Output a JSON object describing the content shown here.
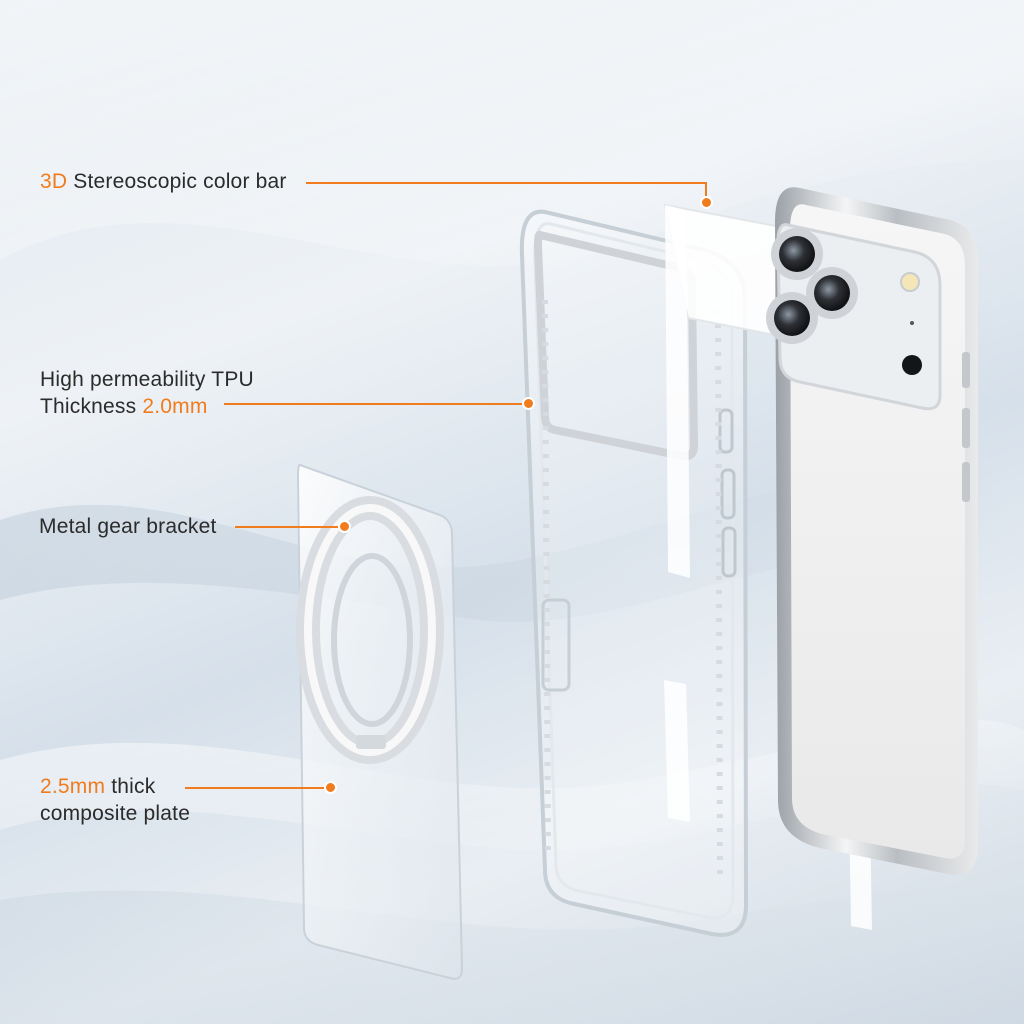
{
  "colors": {
    "accent": "#f07c1e",
    "text": "#2b2b2b",
    "background": "#e3e9ef"
  },
  "callouts": {
    "color_bar": {
      "accent_text": "3D",
      "text": " Stereoscopic color bar"
    },
    "tpu": {
      "line1": "High permeability TPU",
      "line2_text": "Thickness ",
      "line2_accent": "2.0mm"
    },
    "bracket": {
      "text": "Metal gear bracket"
    },
    "plate": {
      "line1_accent": "2.5mm",
      "line1_text": " thick",
      "line2": "composite plate"
    }
  },
  "illustration": {
    "components": [
      "composite-plate",
      "metal-gear-bracket",
      "clear-tpu-case",
      "color-bar-strip",
      "phone"
    ]
  }
}
